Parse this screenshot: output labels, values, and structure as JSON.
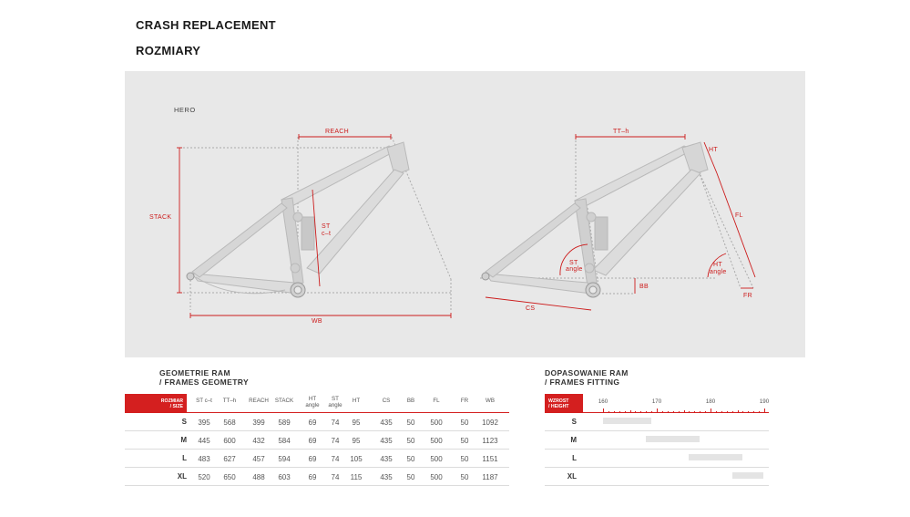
{
  "titles": {
    "main": "CRASH REPLACEMENT",
    "sub": "ROZMIARY"
  },
  "diagram": {
    "model_name": "HERO",
    "labels": {
      "reach": "REACH",
      "stack": "STACK",
      "st": "ST",
      "st_sub": "c–t",
      "wb": "WB",
      "tt_h": "TT–h",
      "ht": "HT",
      "fl": "FL",
      "st_angle": "ST",
      "st_angle_sub": "angle",
      "ht_angle": "HT",
      "ht_angle_sub": "angle",
      "bb": "BB",
      "cs": "CS",
      "fr": "FR"
    },
    "colors": {
      "accent": "#cc1b1b",
      "frame": "#bdbdbd",
      "panel": "#e8e8e8"
    }
  },
  "geometry": {
    "title_line1": "GEOMETRIE RAM",
    "title_line2": "/ FRAMES GEOMETRY",
    "size_label_line1": "ROZMIAR",
    "size_label_line2": "/ SIZE",
    "columns": [
      {
        "key": "st",
        "l1": "ST c–t",
        "l2": ""
      },
      {
        "key": "tt",
        "l1": "TT–h",
        "l2": ""
      },
      {
        "key": "reach",
        "l1": "REACH",
        "l2": ""
      },
      {
        "key": "stack",
        "l1": "STACK",
        "l2": ""
      },
      {
        "key": "hta",
        "l1": "HT",
        "l2": "angle"
      },
      {
        "key": "sta",
        "l1": "ST",
        "l2": "angle"
      },
      {
        "key": "ht",
        "l1": "HT",
        "l2": ""
      },
      {
        "key": "cs",
        "l1": "CS",
        "l2": ""
      },
      {
        "key": "bb",
        "l1": "BB",
        "l2": ""
      },
      {
        "key": "fl",
        "l1": "FL",
        "l2": ""
      },
      {
        "key": "fr",
        "l1": "FR",
        "l2": ""
      },
      {
        "key": "wb",
        "l1": "WB",
        "l2": ""
      }
    ],
    "rows": [
      {
        "size": "S",
        "values": [
          "395",
          "568",
          "399",
          "589",
          "69",
          "74",
          "95",
          "435",
          "50",
          "500",
          "50",
          "1092"
        ]
      },
      {
        "size": "M",
        "values": [
          "445",
          "600",
          "432",
          "584",
          "69",
          "74",
          "95",
          "435",
          "50",
          "500",
          "50",
          "1123"
        ]
      },
      {
        "size": "L",
        "values": [
          "483",
          "627",
          "457",
          "594",
          "69",
          "74",
          "105",
          "435",
          "50",
          "500",
          "50",
          "1151"
        ]
      },
      {
        "size": "XL",
        "values": [
          "520",
          "650",
          "488",
          "603",
          "69",
          "74",
          "115",
          "435",
          "50",
          "500",
          "50",
          "1187"
        ]
      }
    ]
  },
  "fitting": {
    "title_line1": "DOPASOWANIE RAM",
    "title_line2": "/ FRAMES FITTING",
    "height_label_line1": "WZROST",
    "height_label_line2": "/ HEIGHT",
    "ticks": [
      "160",
      "170",
      "180",
      "190"
    ],
    "scale": {
      "min": 160,
      "max": 190
    },
    "rows": [
      {
        "size": "S",
        "range": [
          160,
          169
        ]
      },
      {
        "size": "M",
        "range": [
          168,
          178
        ]
      },
      {
        "size": "L",
        "range": [
          176,
          186
        ]
      },
      {
        "size": "XL",
        "range": [
          184,
          192
        ]
      }
    ]
  }
}
